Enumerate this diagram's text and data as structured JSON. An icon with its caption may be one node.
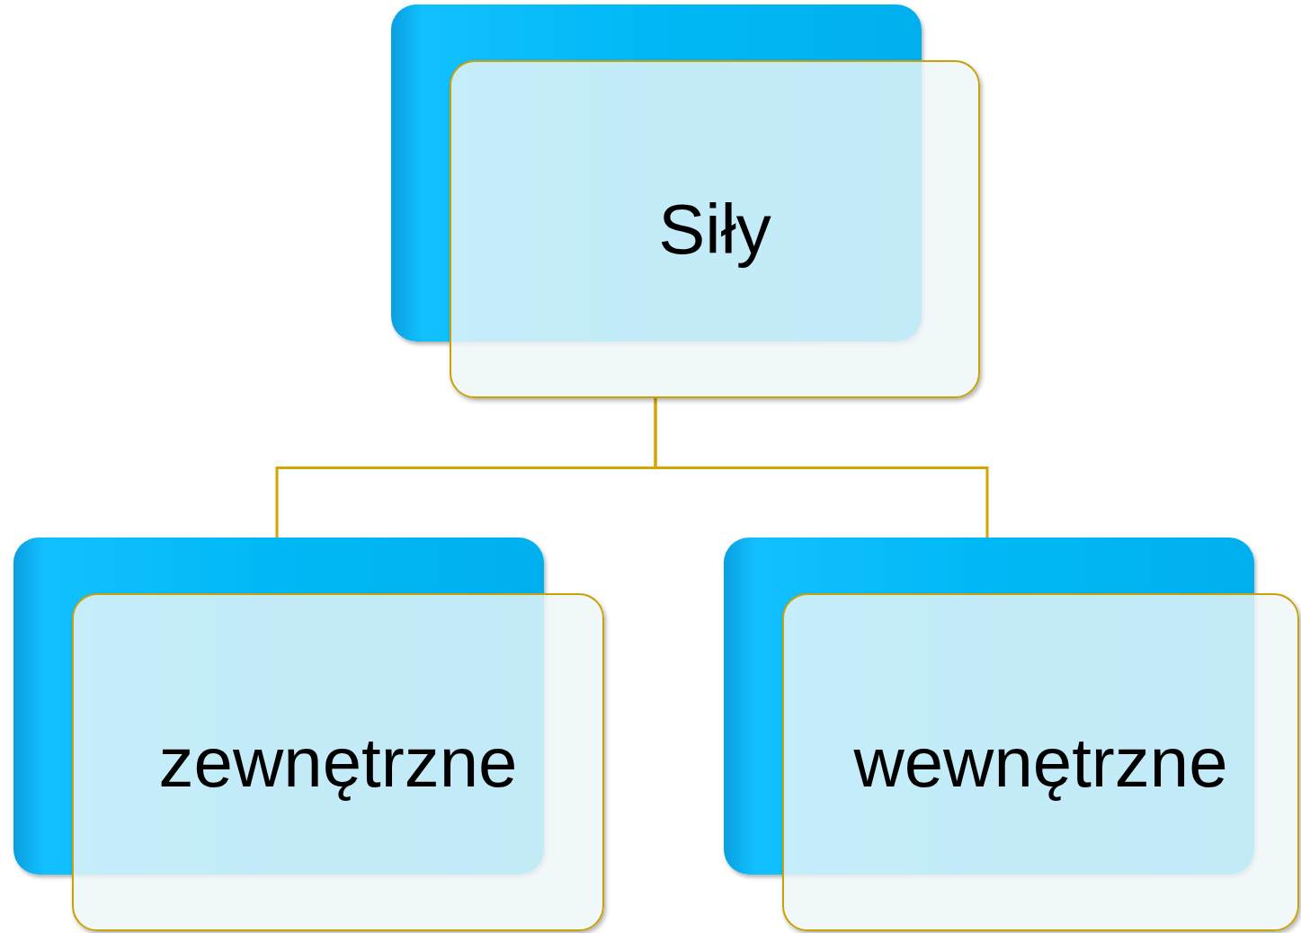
{
  "diagram": {
    "nodes": [
      {
        "text": [
          "Siły"
        ]
      },
      {
        "text": [
          "zewnętrzne"
        ]
      },
      {
        "text": [
          "wewnętrzne"
        ]
      }
    ],
    "edges": [
      {
        "from": 0,
        "to": 1,
        "arrow": "none",
        "color": "#d4a400"
      },
      {
        "from": 0,
        "to": 2,
        "arrow": "none",
        "color": "#d4a400"
      }
    ]
  }
}
